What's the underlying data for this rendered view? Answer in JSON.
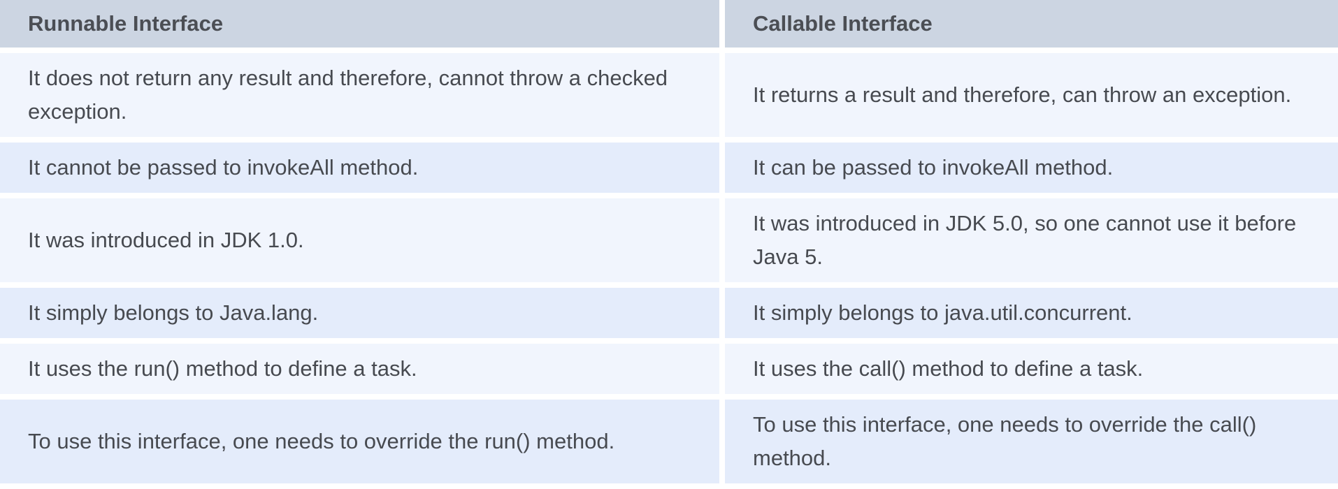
{
  "table": {
    "headers": [
      "Runnable Interface",
      "Callable Interface"
    ],
    "rows": [
      [
        "It does not return any result and therefore, cannot throw a checked exception.",
        "It returns a result and therefore, can throw an exception."
      ],
      [
        "It cannot be passed to invokeAll method.",
        "It can be passed to invokeAll method."
      ],
      [
        "It was introduced in JDK 1.0.",
        "It was introduced in JDK 5.0, so one cannot use it before Java 5."
      ],
      [
        "It simply belongs to Java.lang.",
        "It simply belongs to java.util.concurrent."
      ],
      [
        "It uses the run() method to define a task.",
        "It uses the call() method to define a task."
      ],
      [
        "To use this interface, one needs to override the run() method.",
        "To use this interface, one needs to override the call() method."
      ]
    ]
  },
  "colors": {
    "header_bg": "#ccd5e2",
    "row_light": "#f1f5fd",
    "row_dark": "#e4ecfb",
    "text": "#474a50"
  }
}
